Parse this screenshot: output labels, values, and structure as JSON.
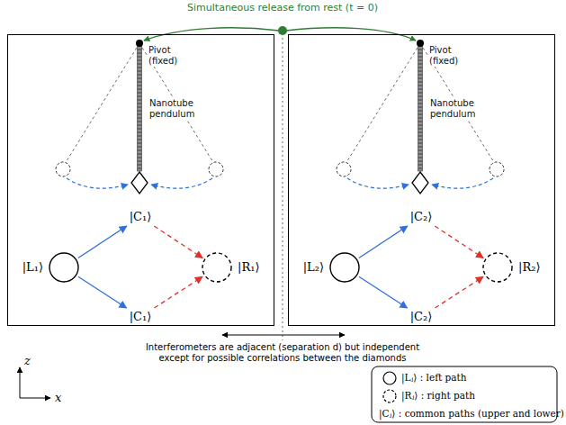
{
  "diagram": {
    "nodes": [
      {
        "text": [
          "Pivot (fixed)",
          "Nanotube pendulum"
        ]
      },
      {
        "text": [
          "|C₁⟩"
        ],
        "in": 0
      },
      {
        "text": [
          "|L₁⟩"
        ],
        "in": 0
      },
      {
        "text": [
          "|R₁⟩"
        ],
        "in": 0
      },
      {
        "text": [
          "|C₁⟩"
        ],
        "in": 0
      },
      {
        "text": [
          "Pivot (fixed)",
          "Nanotube pendulum"
        ]
      },
      {
        "text": [
          "|C₂⟩"
        ],
        "in": 5
      },
      {
        "text": [
          "|L₂⟩"
        ],
        "in": 5
      },
      {
        "text": [
          "|R₂⟩"
        ],
        "in": 5
      },
      {
        "text": [
          "|C₂⟩"
        ],
        "in": 5
      }
    ],
    "edges": [
      {
        "from": 2,
        "to": 1,
        "arrow": "to"
      },
      {
        "from": 2,
        "to": 4,
        "arrow": "to"
      },
      {
        "from": 1,
        "to": 3,
        "arrow": "to"
      },
      {
        "from": 4,
        "to": 3,
        "arrow": "to"
      },
      {
        "from": 7,
        "to": 6,
        "arrow": "to"
      },
      {
        "from": 7,
        "to": 9,
        "arrow": "to"
      },
      {
        "from": 6,
        "to": 8,
        "arrow": "to"
      },
      {
        "from": 9,
        "to": 8,
        "arrow": "to"
      }
    ],
    "labels": [
      "Simultaneous release from rest (t = 0)",
      "Interferometers are adjacent (separation d) but independent except for possible correlations between the diamonds",
      "z",
      "x"
    ],
    "legend": [
      {
        "text": "|Lⱼ⟩ : left path"
      },
      {
        "text": "|Rⱼ⟩ : right path"
      },
      {
        "text": "|Cⱼ⟩ : common paths (upper and lower)"
      }
    ]
  }
}
